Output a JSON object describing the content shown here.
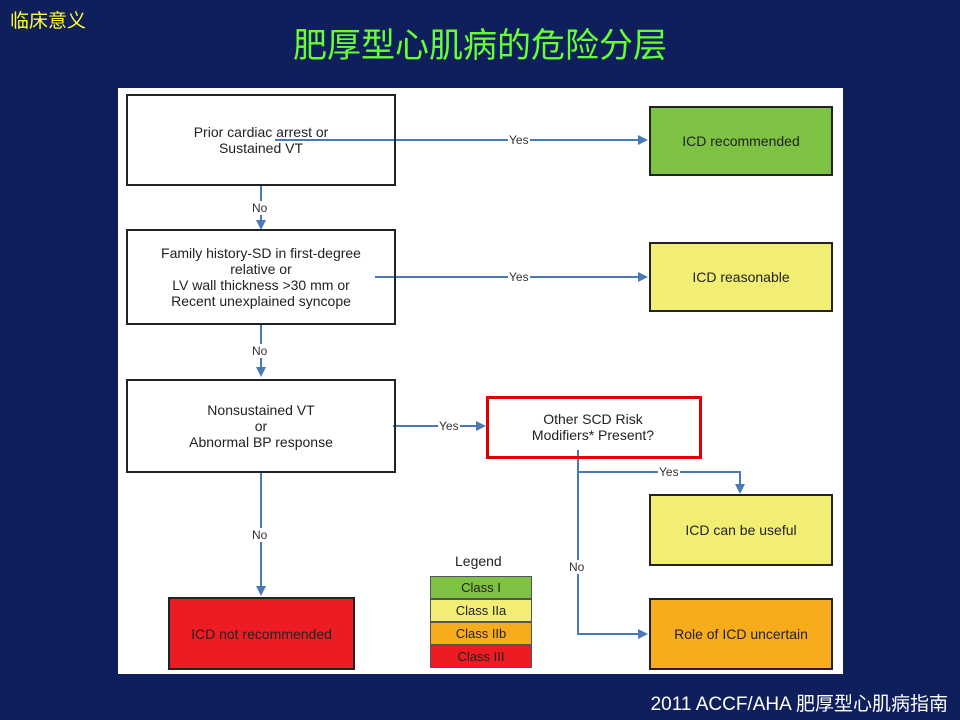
{
  "corner_tag": "临床意义",
  "title": "肥厚型心肌病的危险分层",
  "footer": "2011 ACCF/AHA 肥厚型心肌病指南",
  "colors": {
    "class_i": "#7dc242",
    "class_iia": "#f2ee73",
    "class_iib": "#f7ad1b",
    "class_iii": "#ed1c24",
    "arrow": "#4a7ab5",
    "highlight": "#e00000"
  },
  "flow": {
    "q1": "Prior cardiac arrest or\nSustained VT",
    "q2": "Family history-SD in first-degree\nrelative or\nLV wall thickness >30 mm or\nRecent unexplained syncope",
    "q3": "Nonsustained VT\nor\nAbnormal BP response",
    "q4": "Other SCD Risk\nModifiers* Present?",
    "out1": "ICD recommended",
    "out2": "ICD reasonable",
    "out3": "ICD can be useful",
    "out4": "Role of ICD uncertain",
    "out5": "ICD not recommended",
    "yes": "Yes",
    "no": "No"
  },
  "legend": {
    "title": "Legend",
    "items": [
      "Class I",
      "Class IIa",
      "Class IIb",
      "Class III"
    ]
  }
}
